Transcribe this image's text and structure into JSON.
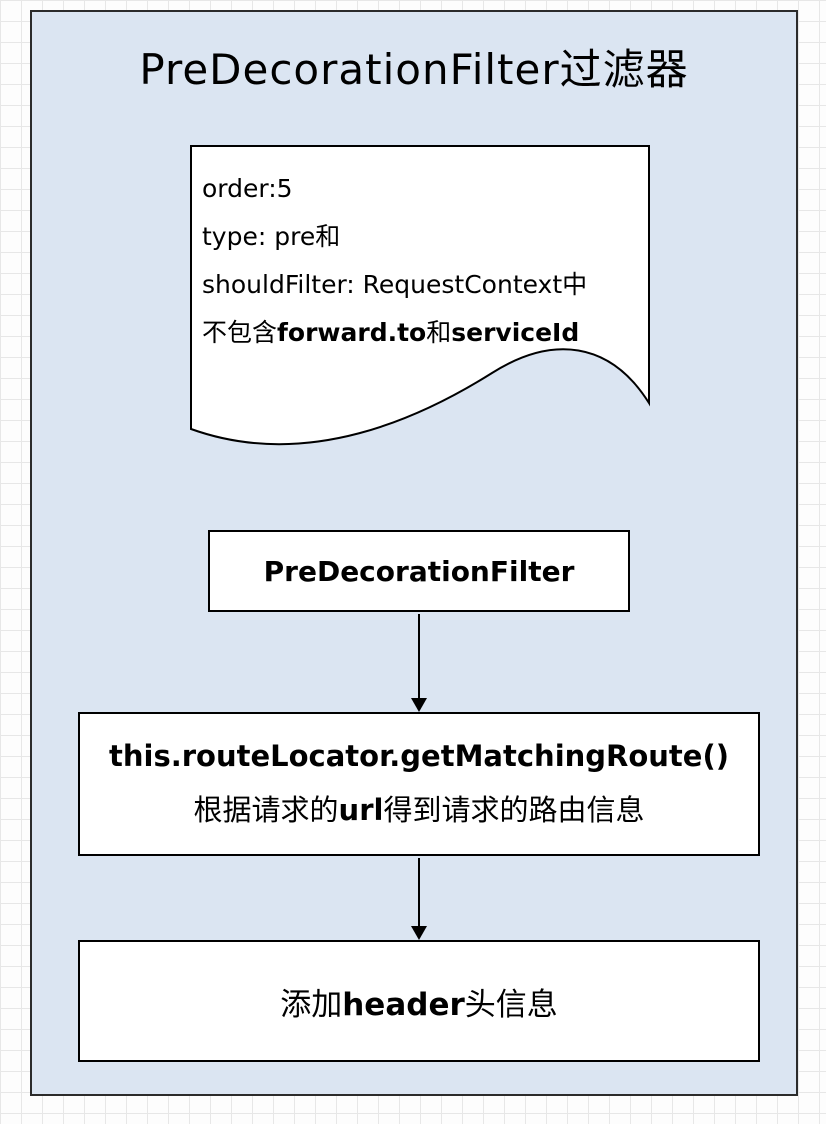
{
  "title": "PreDecorationFilter过滤器",
  "note": {
    "line1": "order:5",
    "line2": "type: pre和",
    "line3": "shouldFilter: RequestContext中",
    "line4": {
      "seg1": "不包含",
      "seg2": "forward.to",
      "seg3": "和",
      "seg4": "serviceId"
    }
  },
  "nodes": {
    "filter": {
      "label": "PreDecorationFilter"
    },
    "route": {
      "title": "this.routeLocator.getMatchingRoute()",
      "subtitle": {
        "seg1": "根据请求的",
        "seg2": "url",
        "seg3": "得到请求的路由信息"
      }
    },
    "header": {
      "seg1": "添加",
      "seg2": "header",
      "seg3": "头信息"
    }
  },
  "colors": {
    "panel_bg": "#dbe5f2",
    "panel_border": "#2b2b2b",
    "node_bg": "#ffffff",
    "node_border": "#000000",
    "grid_line": "#e7e7e7",
    "text": "#000000"
  }
}
